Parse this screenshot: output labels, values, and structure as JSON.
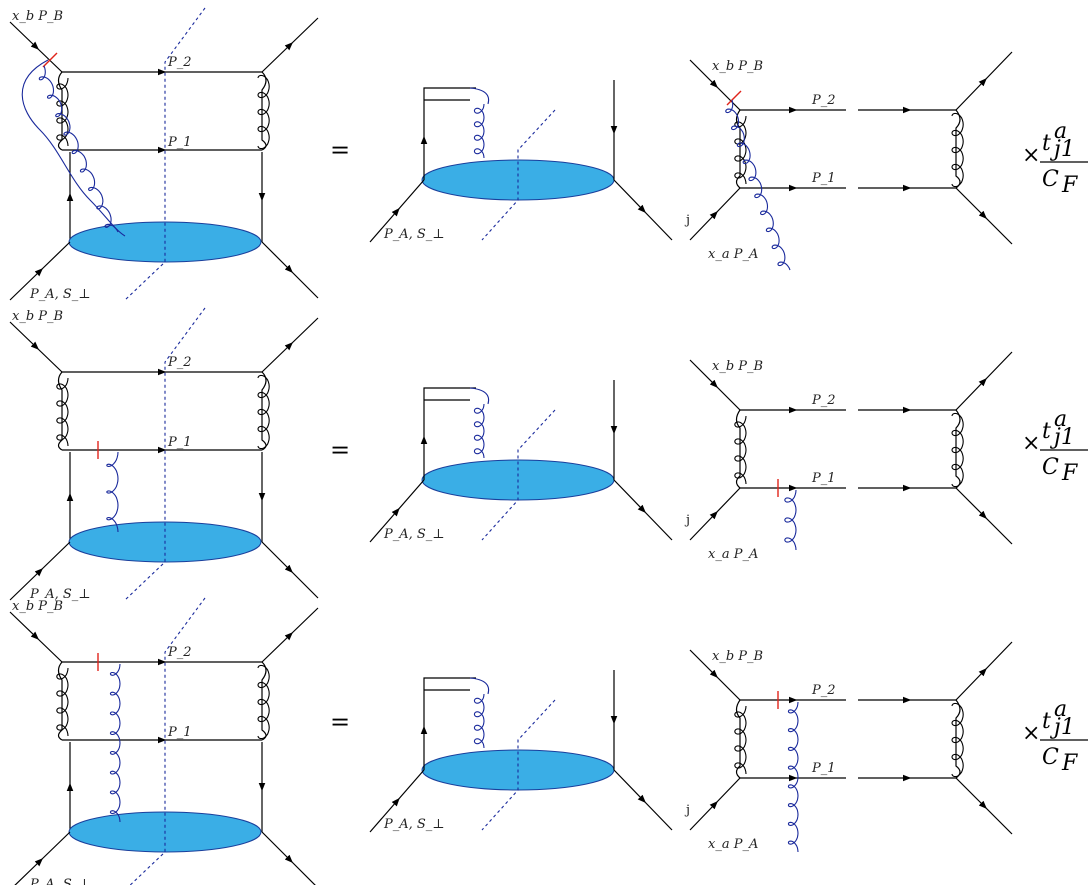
{
  "labels": {
    "xb_pb": "x_b P_B",
    "xa_pa": "x_a P_A",
    "pa_st": "P_A, S_⊥",
    "p1": "P_1",
    "p2": "P_2",
    "j": "j",
    "equals": "=",
    "factor_times": "×",
    "factor_num": "t",
    "factor_num_sup": "a",
    "factor_num_sub": "j1",
    "factor_den": "C",
    "factor_den_sub": "F"
  },
  "rows": [
    {
      "id": "row-1",
      "soft_attachment": "initial-state-xb"
    },
    {
      "id": "row-2",
      "soft_attachment": "final-state-p1"
    },
    {
      "id": "row-3",
      "soft_attachment": "final-state-p2"
    }
  ],
  "colors": {
    "blob_fill": "#3aaee6",
    "blob_stroke": "#1a3f9c",
    "soft_gluon": "#1a2a9c",
    "cut_line": "#1a2a9c",
    "eikonal_mark": "#e0241b"
  }
}
